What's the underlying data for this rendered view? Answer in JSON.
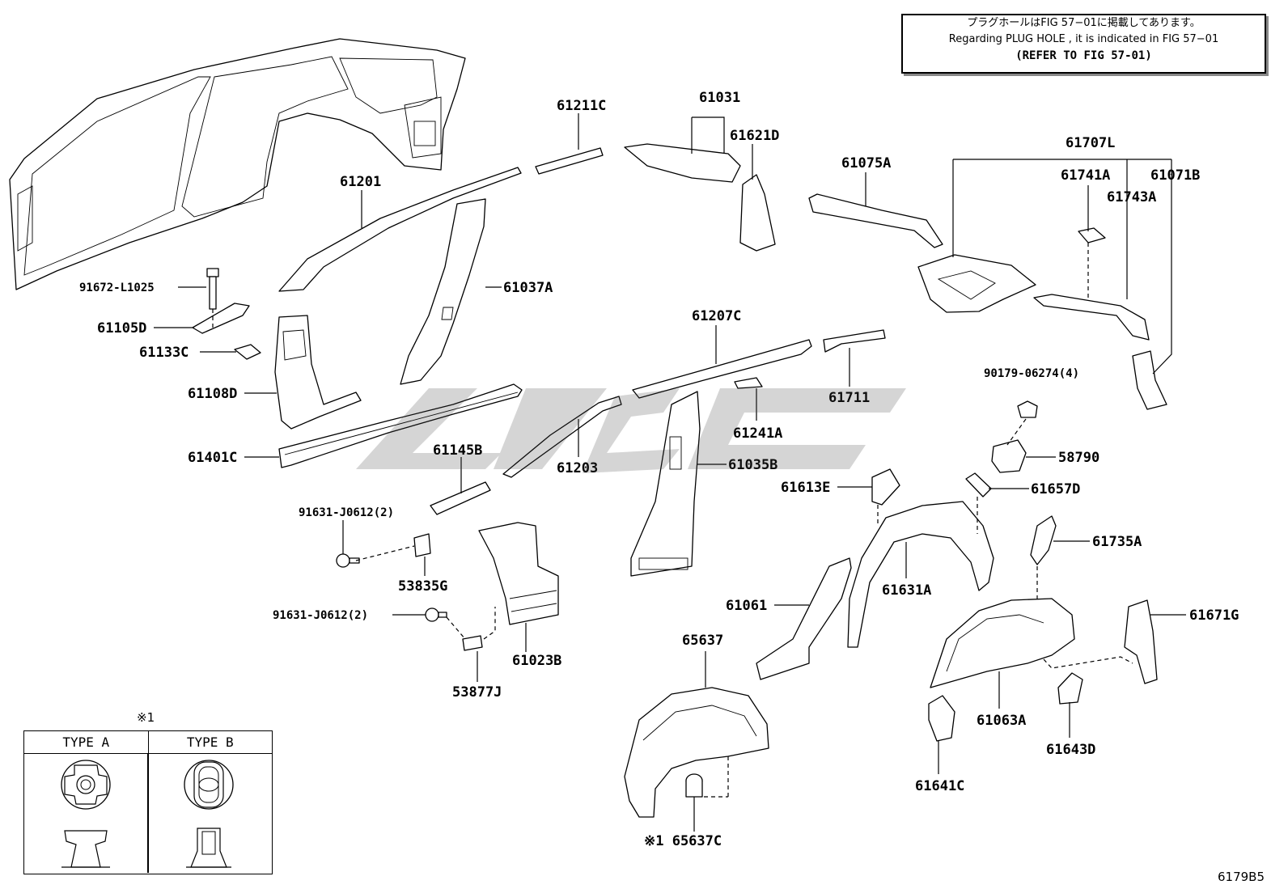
{
  "notice": {
    "line_jp": "プラグホールはFIG 57−01に掲載してあります。",
    "line_en": "Regarding PLUG HOLE , it is indicated in FIG 57−01",
    "line_ref": "(REFER TO FIG 57-01)"
  },
  "legend": {
    "mark": "※1",
    "type_a": "TYPE A",
    "type_b": "TYPE B"
  },
  "figure_code": "6179B5",
  "parts": [
    {
      "id": "61211C",
      "label": "61211C"
    },
    {
      "id": "61031",
      "label": "61031"
    },
    {
      "id": "61621D",
      "label": "61621D"
    },
    {
      "id": "61201",
      "label": "61201"
    },
    {
      "id": "61075A",
      "label": "61075A"
    },
    {
      "id": "61707L",
      "label": "61707L"
    },
    {
      "id": "61741A",
      "label": "61741A"
    },
    {
      "id": "61071B",
      "label": "61071B"
    },
    {
      "id": "61743A",
      "label": "61743A"
    },
    {
      "id": "91672-L1025",
      "label": "91672-L1025"
    },
    {
      "id": "61037A",
      "label": "61037A"
    },
    {
      "id": "61105D",
      "label": "61105D"
    },
    {
      "id": "61133C",
      "label": "61133C"
    },
    {
      "id": "61207C",
      "label": "61207C"
    },
    {
      "id": "61108D",
      "label": "61108D"
    },
    {
      "id": "61711",
      "label": "61711"
    },
    {
      "id": "90179-06274(4)",
      "label": "90179-06274(4)"
    },
    {
      "id": "61241A",
      "label": "61241A"
    },
    {
      "id": "61401C",
      "label": "61401C"
    },
    {
      "id": "61145B",
      "label": "61145B"
    },
    {
      "id": "61203",
      "label": "61203"
    },
    {
      "id": "61035B",
      "label": "61035B"
    },
    {
      "id": "58790",
      "label": "58790"
    },
    {
      "id": "61613E",
      "label": "61613E"
    },
    {
      "id": "61657D",
      "label": "61657D"
    },
    {
      "id": "91631-J0612(2)-a",
      "label": "91631-J0612(2)"
    },
    {
      "id": "61735A",
      "label": "61735A"
    },
    {
      "id": "53835G",
      "label": "53835G"
    },
    {
      "id": "61631A",
      "label": "61631A"
    },
    {
      "id": "61061",
      "label": "61061"
    },
    {
      "id": "91631-J0612(2)-b",
      "label": "91631-J0612(2)"
    },
    {
      "id": "61671G",
      "label": "61671G"
    },
    {
      "id": "65637",
      "label": "65637"
    },
    {
      "id": "61023B",
      "label": "61023B"
    },
    {
      "id": "53877J",
      "label": "53877J"
    },
    {
      "id": "61063A",
      "label": "61063A"
    },
    {
      "id": "61643D",
      "label": "61643D"
    },
    {
      "id": "61641C",
      "label": "61641C"
    },
    {
      "id": "65637C",
      "label": "※1 65637C"
    }
  ]
}
